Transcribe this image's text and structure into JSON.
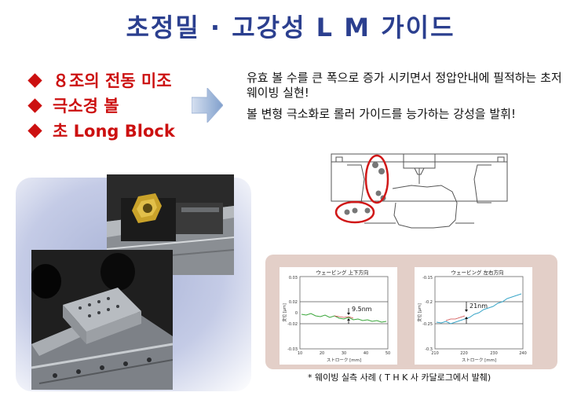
{
  "title": "초정밀 · 고강성 L M 가이드",
  "features": [
    "８조의 전동 미조",
    "극소경 볼",
    "초 Long Block"
  ],
  "description": [
    "유효 볼 수를 큰 폭으로 증가 시키면서 정압안내에 필적하는 초저 웨이빙 실현!",
    "볼 변형 극소화로 롤러 가이드를 능가하는 강성을 발휘!"
  ],
  "graphs": [
    {
      "title": "ウェービング 上下方向",
      "xlabel": "ストローク [mm]",
      "ylabel": "変位 [μm]",
      "annotation": "9.5nm",
      "xticks": [
        "10",
        "20",
        "30",
        "40",
        "50"
      ],
      "yticks": [
        "0.03",
        "0.02",
        "0",
        "-0.02",
        "-0.03"
      ]
    },
    {
      "title": "ウェービング 左右方向",
      "xlabel": "ストローク [mm]",
      "ylabel": "変位 [μm]",
      "annotation": "21nm",
      "xticks": [
        "210",
        "220",
        "230",
        "240"
      ],
      "yticks": [
        "-0.15",
        "-0.2",
        "-0.25",
        "-0.3"
      ]
    }
  ],
  "caption": "* 웨이빙 실측 사례 ( T H K 사 카달로그에서 발췌)",
  "colors": {
    "title": "#2b3f8f",
    "feature": "#cc1010",
    "arrow": "#7f9fcc",
    "graph_frame": "#e3cfc8",
    "highlight": "#d01818"
  }
}
